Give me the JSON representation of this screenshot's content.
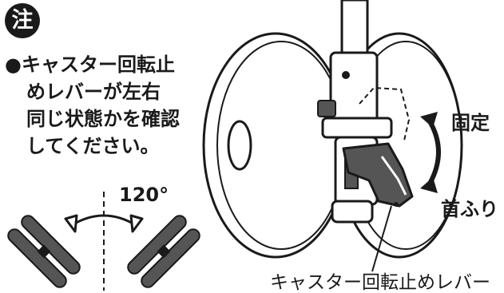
{
  "note": {
    "badge": "注",
    "lines": [
      "●キャスター回転止",
      "めレバーが左右",
      "同じ状態かを確認",
      "してください。"
    ]
  },
  "angle": {
    "value": "120°"
  },
  "labels": {
    "fixed": "固定",
    "swivel": "首ふり",
    "lever": "キャスター回転止めレバー"
  },
  "colors": {
    "ink": "#1a1a1a",
    "wheel_fill": "#555555",
    "highlight": "#ffffff"
  }
}
